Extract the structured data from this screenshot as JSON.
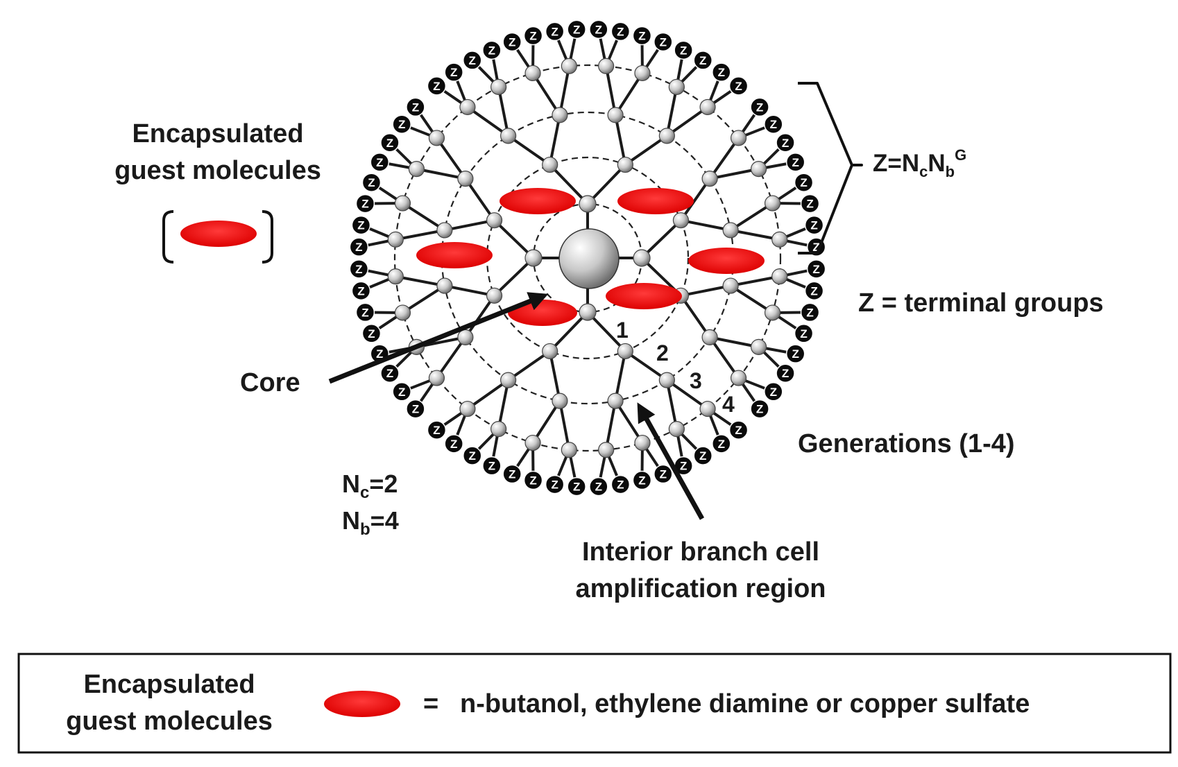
{
  "labels": {
    "encapsulated_line1": "Encapsulated",
    "encapsulated_line2": "guest molecules",
    "core": "Core",
    "z_formula_prefix": "Z=N",
    "z_formula_sub_c": "c",
    "z_formula_mid": "N",
    "z_formula_sub_b": "b",
    "z_formula_sup_g": "G",
    "z_terminal": "Z = terminal groups",
    "generations": "Generations (1-4)",
    "nc_prefix": "N",
    "nc_sub": "c",
    "nc_value": "=2",
    "nb_prefix": "N",
    "nb_sub": "b",
    "nb_value": "=4",
    "interior_line1": "Interior branch cell",
    "interior_line2": "amplification region",
    "generation_numbers": [
      "1",
      "2",
      "3",
      "4"
    ],
    "terminal_symbol": "Z"
  },
  "legend": {
    "line1": "Encapsulated",
    "line2": "guest molecules",
    "equals": "=",
    "description": "n-butanol, ethylene diamine or copper sulfate"
  },
  "colors": {
    "guest": "#ee1111",
    "terminal": "#0a0a0a",
    "node": "#cfcfcf",
    "ink": "#1a1a1a"
  }
}
